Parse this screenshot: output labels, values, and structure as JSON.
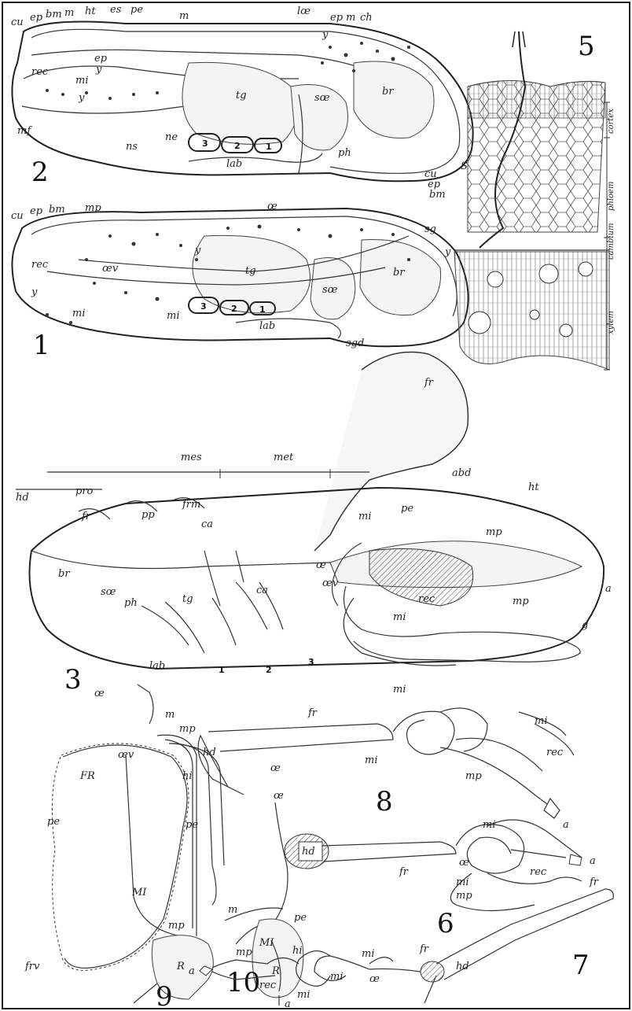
{
  "figures": {
    "fig1": {
      "number": "1",
      "labels": {
        "cu": "cu",
        "ep": "ep",
        "bm": "bm",
        "mp": "mp",
        "oe": "œ",
        "sg": "sg",
        "y1": "y",
        "y2": "y",
        "y3": "y",
        "rec": "rec",
        "oev": "œv",
        "tg": "tg",
        "soe": "sœ",
        "br": "br",
        "mi1": "mi",
        "mi2": "mi",
        "lab": "lab",
        "sgd": "sgd",
        "s1": "1",
        "s2": "2",
        "s3": "3"
      }
    },
    "fig2": {
      "number": "2",
      "labels": {
        "cu": "cu",
        "ep": "ep",
        "bm": "bm",
        "m": "m",
        "ht": "ht",
        "es": "es",
        "pe": "pe",
        "m2": "m",
        "loe": "lœ",
        "epm": "ep m",
        "ch": "ch",
        "rec": "rec",
        "ep2": "ep",
        "y1": "y",
        "mi": "mi",
        "y2": "y",
        "tg": "tg",
        "soe": "sœ",
        "br": "br",
        "mf": "mf",
        "ns": "ns",
        "ne": "ne",
        "lab": "lab",
        "ph": "ph",
        "cu2": "cu",
        "ep3": "ep",
        "bm2": "bm",
        "y3": "y",
        "s1": "1",
        "s2": "2",
        "s3": "3"
      }
    },
    "fig3": {
      "number": "3",
      "labels": {
        "fr": "fr",
        "mes": "mes",
        "met": "met",
        "abd": "abd",
        "ht": "ht",
        "hd": "hd",
        "pro": "pro",
        "fr2": "fr",
        "pp": "pp",
        "frm": "frm",
        "ca": "ca",
        "mi": "mi",
        "pe": "pe",
        "mp": "mp",
        "a": "a",
        "oe": "œ",
        "oev": "œv",
        "rec": "rec",
        "mp2": "mp",
        "g": "g",
        "br": "br",
        "soe": "sœ",
        "ph": "ph",
        "tg": "tg",
        "ca2": "ca",
        "lab": "lab",
        "mi2": "mi",
        "mi3": "mi",
        "l1": "1",
        "l2": "2",
        "l3": "3"
      }
    },
    "fig5": {
      "number": "5",
      "labels": {
        "s": "S",
        "cortex": "cortex",
        "phloem": "phloem",
        "cambium": "cambium",
        "xylem": "xylem"
      }
    },
    "fig6": {
      "number": "6",
      "labels": {
        "hd": "hd",
        "fr": "fr",
        "mi": "mi",
        "oe": "œ",
        "mi2": "mi",
        "mp": "mp",
        "rec": "rec",
        "a": "a"
      }
    },
    "fig7": {
      "number": "7",
      "labels": {
        "fr": "fr",
        "fr2": "fr",
        "hd": "hd",
        "mi": "mi",
        "oe": "œ",
        "mi2": "mi",
        "mi3": "mi",
        "rec": "rec",
        "mp": "mp",
        "a": "a"
      }
    },
    "fig8": {
      "number": "8",
      "labels": {
        "fr": "fr",
        "mi": "mi",
        "mi2": "mi",
        "hd": "hd",
        "oe": "œ",
        "mp": "mp",
        "rec": "rec",
        "a": "a"
      }
    },
    "fig9": {
      "number": "9",
      "labels": {
        "oe": "œ",
        "m": "m",
        "mp": "mp",
        "oev": "œv",
        "hi": "hi",
        "pe": "pe",
        "pe2": "pe",
        "FR": "FR",
        "MI": "MI",
        "mp2": "mp",
        "R": "R",
        "frv": "frv"
      }
    },
    "fig10": {
      "number": "10",
      "labels": {
        "oe": "œ",
        "m": "m",
        "pe": "pe",
        "MI": "MI",
        "hi": "hi",
        "R": "R",
        "a": "a"
      }
    }
  }
}
